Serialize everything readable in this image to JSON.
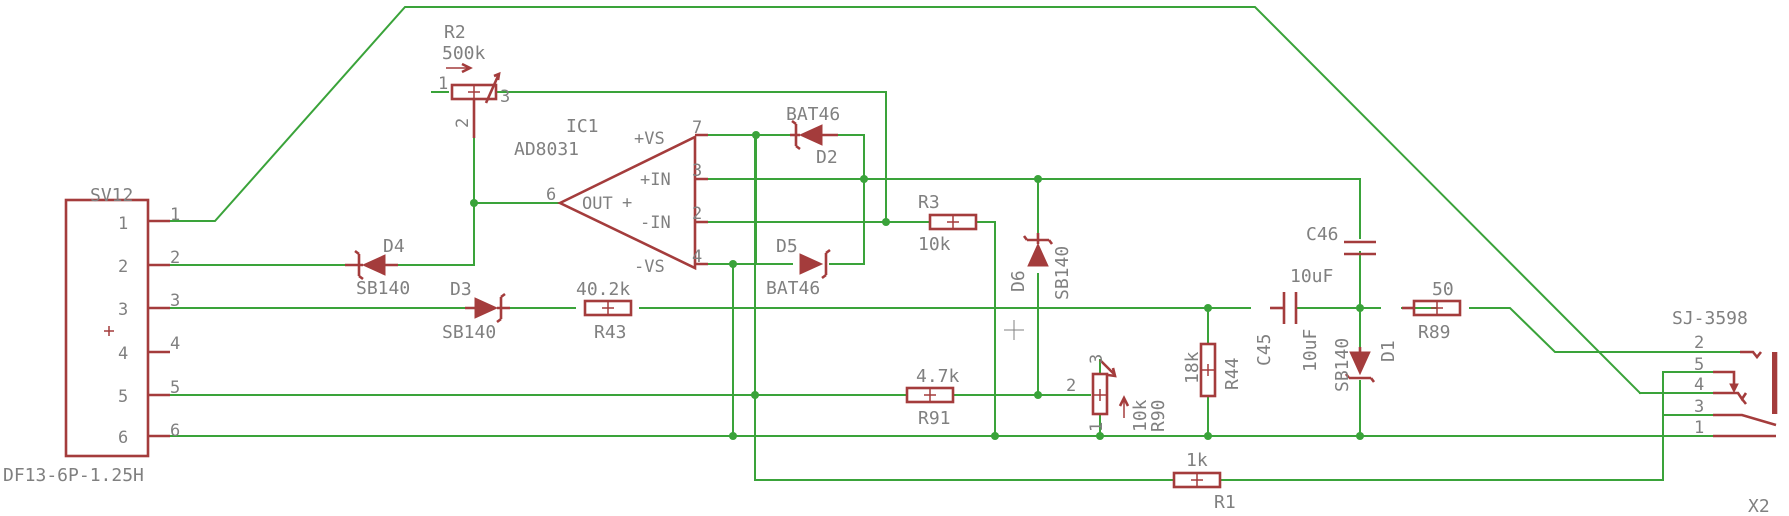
{
  "colors": {
    "wire": "#3aa33a",
    "symbol": "#a43c3c",
    "text": "#808080"
  },
  "parts": {
    "sv12": {
      "name": "SV12",
      "value": "DF13-6P-1.25H",
      "pins": [
        "1",
        "2",
        "3",
        "4",
        "5",
        "6"
      ]
    },
    "ic1": {
      "name": "IC1",
      "value": "AD8031",
      "out": "OUT",
      "vsp": "+VS",
      "inp": "+IN",
      "inn": "-IN",
      "vsn": "-VS",
      "pin_out": "6",
      "pin_vsp": "7",
      "pin_inp": "3",
      "pin_inn": "2",
      "pin_vsn": "4"
    },
    "r2": {
      "name": "R2",
      "value": "500k",
      "pin1": "1",
      "pin2": "2",
      "pin3": "3"
    },
    "d2": {
      "name": "D2",
      "value": "BAT46"
    },
    "d5": {
      "name": "D5",
      "value": "BAT46"
    },
    "d4": {
      "name": "D4",
      "value": "SB140"
    },
    "d3": {
      "name": "D3",
      "value": "SB140"
    },
    "d6": {
      "name": "D6",
      "value": "SB140"
    },
    "d1": {
      "name": "D1",
      "value": "SB140"
    },
    "r3": {
      "name": "R3",
      "value": "10k"
    },
    "r43": {
      "name": "R43",
      "value": "40.2k"
    },
    "r91": {
      "name": "R91",
      "value": "4.7k"
    },
    "r90": {
      "name": "R90",
      "value": "10k",
      "pin1": "1",
      "pin2": "2",
      "pin3": "3"
    },
    "r44": {
      "name": "R44",
      "value": "18k"
    },
    "r89": {
      "name": "R89",
      "value": "50"
    },
    "r1": {
      "name": "R1",
      "value": "1k"
    },
    "c46": {
      "name": "C46",
      "value": "10uF"
    },
    "c45": {
      "name": "C45",
      "value": "10uF"
    },
    "x2": {
      "name": "X2",
      "value": "SJ-3598",
      "pins": [
        "2",
        "5",
        "4",
        "3",
        "1"
      ]
    }
  }
}
